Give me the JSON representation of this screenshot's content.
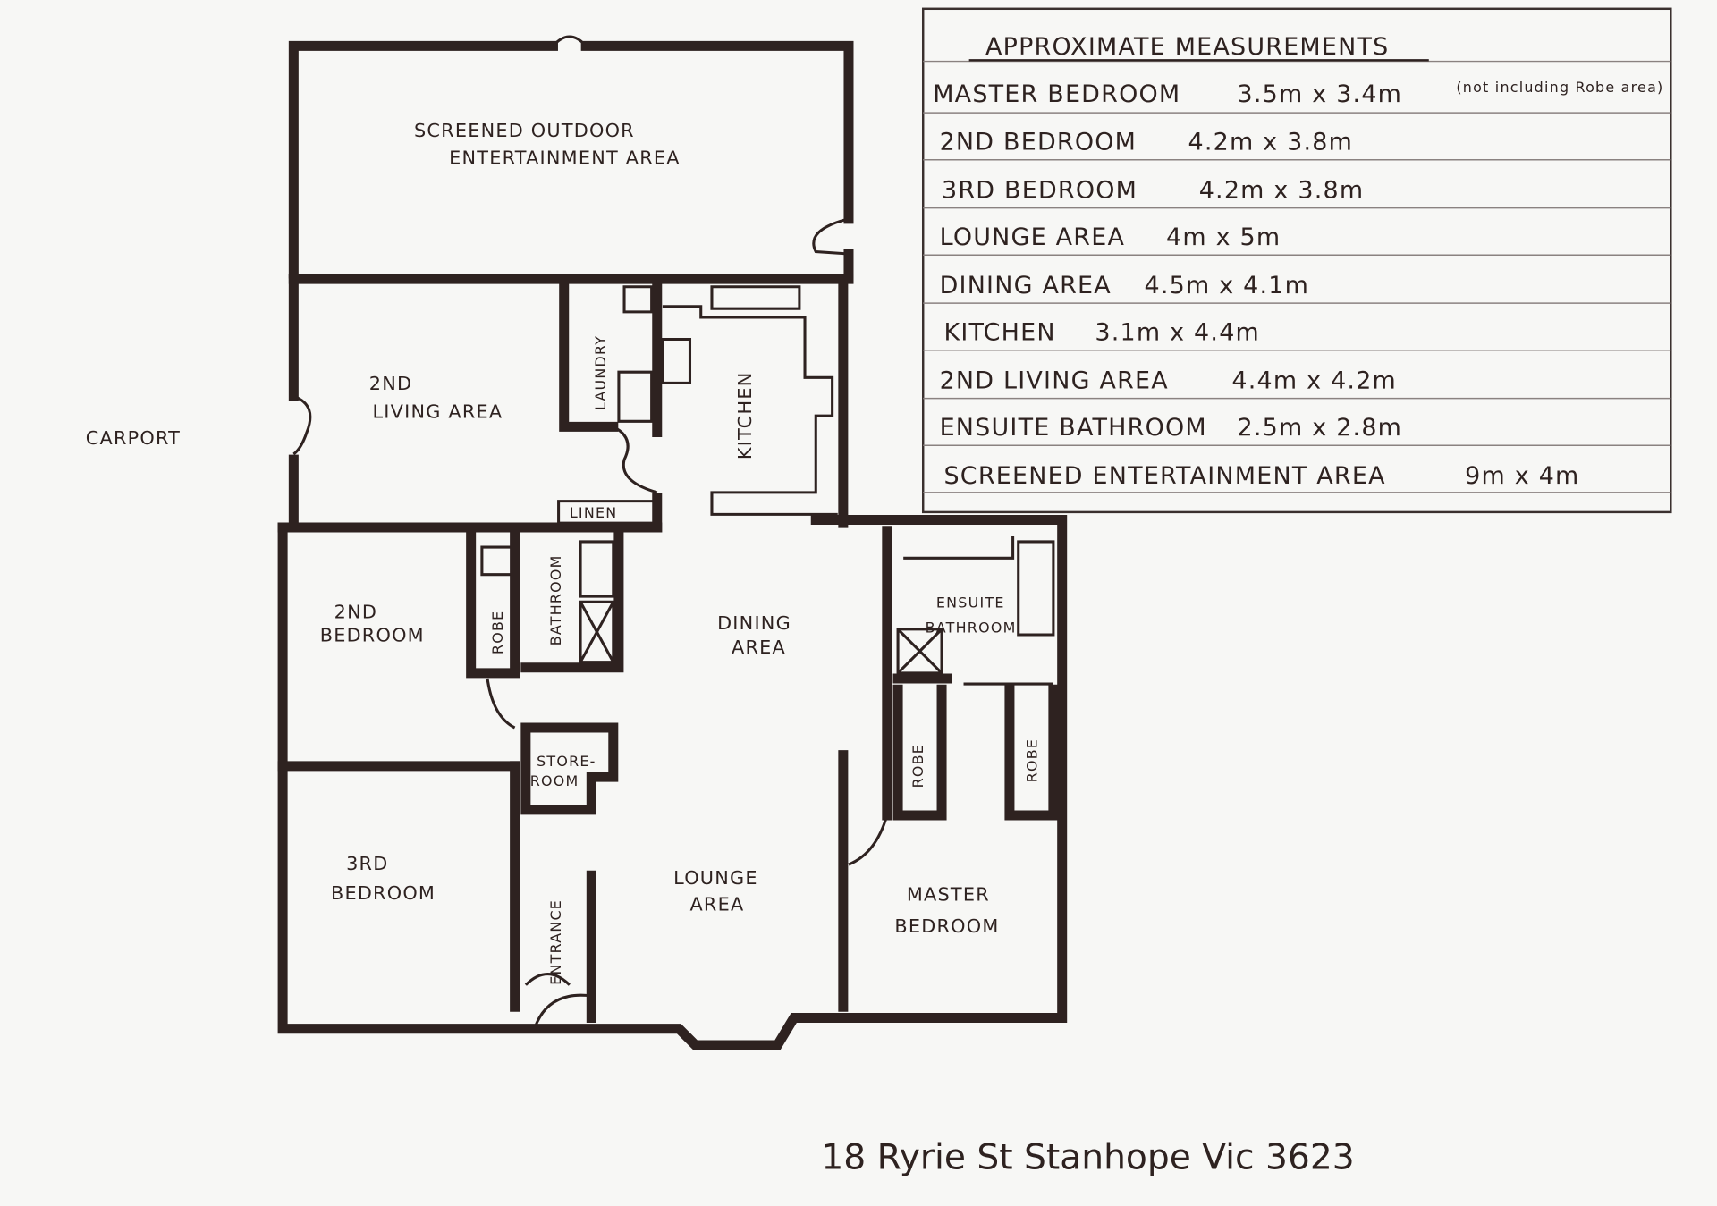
{
  "rooms": {
    "outdoor_line1": "SCREENED OUTDOOR",
    "outdoor_line2": "ENTERTAINMENT AREA",
    "living2_line1": "2ND",
    "living2_line2": "LIVING AREA",
    "laundry": "LAUNDRY",
    "kitchen": "KITCHEN",
    "linen": "LINEN",
    "carport": "CARPORT",
    "bedroom2_line1": "2ND",
    "bedroom2_line2": "BEDROOM",
    "robe_b2": "ROBE",
    "bathroom": "BATHROOM",
    "dining_line1": "DINING",
    "dining_line2": "AREA",
    "ensuite_line1": "ENSUITE",
    "ensuite_line2": "BATHROOM",
    "store_line1": "STORE-",
    "store_line2": "ROOM",
    "robe_m1": "ROBE",
    "robe_m2": "ROBE",
    "bedroom3_line1": "3RD",
    "bedroom3_line2": "BEDROOM",
    "entrance": "ENTRANCE",
    "lounge_line1": "LOUNGE",
    "lounge_line2": "AREA",
    "master_line1": "MASTER",
    "master_line2": "BEDROOM"
  },
  "measurements": {
    "title": "APPROXIMATE MEASUREMENTS",
    "rows": [
      {
        "room": "MASTER BEDROOM",
        "size": "3.5m x 3.4m",
        "note": "(not including Robe area)"
      },
      {
        "room": "2ND BEDROOM",
        "size": "4.2m x 3.8m"
      },
      {
        "room": "3RD BEDROOM",
        "size": "4.2m x 3.8m"
      },
      {
        "room": "LOUNGE AREA",
        "size": "4m x 5m"
      },
      {
        "room": "DINING AREA",
        "size": "4.5m x 4.1m"
      },
      {
        "room": "KITCHEN",
        "size": "3.1m x 4.4m"
      },
      {
        "room": "2ND LIVING AREA",
        "size": "4.4m x 4.2m"
      },
      {
        "room": "ENSUITE BATHROOM",
        "size": "2.5m x 2.8m"
      },
      {
        "room": "SCREENED ENTERTAINMENT AREA",
        "size": "9m x 4m"
      }
    ]
  },
  "address": "18 Ryrie St Stanhope Vic 3623"
}
